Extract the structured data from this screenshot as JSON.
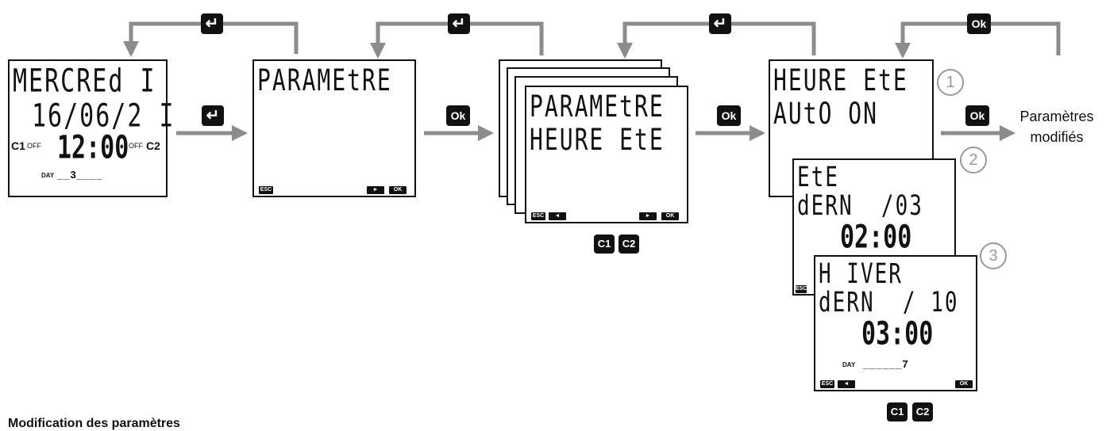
{
  "caption": "Modification des paramètres",
  "result_label": [
    "Paramètres",
    "modifiés"
  ],
  "keys": {
    "enter": "↵",
    "ok": "Ok",
    "c1": "C1",
    "c2": "C2"
  },
  "steps": [
    "1",
    "2",
    "3"
  ],
  "screens": {
    "home": {
      "line1": "MERCREd I",
      "line2": "16/06/2 I",
      "c1": "C1",
      "off_left": "OFF",
      "time": "12:00",
      "off_right": "OFF",
      "c2": "C2",
      "day_label": "DAY",
      "day_digits": "__3____"
    },
    "param": {
      "line1": "PARAMEtRE",
      "esc": "ESC",
      "next": "►",
      "ok": "OK"
    },
    "param_stack": {
      "line1": "PARAMEtRE",
      "line2": "HEURE EtE",
      "esc": "ESC",
      "prev": "◄",
      "next": "►",
      "ok": "OK"
    },
    "heure_ete": {
      "line1": "HEURE EtE",
      "line2": "AUtO ON"
    },
    "ete": {
      "line1": "EtE",
      "line2": "dERN  /03",
      "time": "02:00",
      "esc": "ESC"
    },
    "hiver": {
      "line1": "H IVER",
      "line2": "dERN  / 10",
      "time": "03:00",
      "day_label": "DAY",
      "day_digits": "______7",
      "esc": "ESC",
      "prev": "◄",
      "ok": "OK"
    }
  },
  "colors": {
    "arrow": "#8c8c8c",
    "ink": "#111111",
    "badge": "#111111",
    "step_circle": "#999999"
  }
}
